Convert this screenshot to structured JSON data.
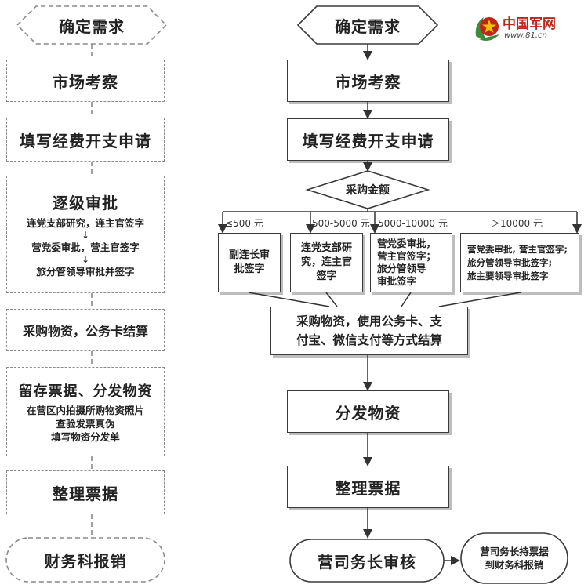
{
  "left_flow": {
    "define_needs": "确定需求",
    "market_survey": "市场考察",
    "fill_application": "填写经费开支申请",
    "approval_title": "逐级审批",
    "approval_line1": "连党支部研究，连主官签字",
    "approval_arrow1": "↓",
    "approval_line2": "营党委审批，营主官签字",
    "approval_arrow2": "↓",
    "approval_line3": "旅分管领导审批并签字",
    "purchase": "采购物资，公务卡结算",
    "keep_title": "留存票据、分发物资",
    "keep_line1": "在营区内拍摄所购物资照片",
    "keep_line2": "查验发票真伪",
    "keep_line3": "填写物资分发单",
    "organize": "整理票据",
    "reimburse": "财务科报销"
  },
  "right_flow": {
    "define_needs": "确定需求",
    "market_survey": "市场考察",
    "fill_application": "填写经费开支申请",
    "amount_decision": "采购金额",
    "range1": "≤500 元",
    "range2": "500-5000 元",
    "range3": "5000-10000 元",
    "range4": "＞10000 元",
    "approve1_line1": "副连长审",
    "approve1_line2": "批签字",
    "approve2_line1": "连党支部研",
    "approve2_line2": "究，连主官",
    "approve2_line3": "签字",
    "approve3_line1": "营党委审批，",
    "approve3_line2": "营主官签字；",
    "approve3_line3": "旅分管领导",
    "approve3_line4": "审批签字",
    "approve4_line1": "营党委审批, 营主官签字;",
    "approve4_line2": "旅分管领导审批签字;",
    "approve4_line3": "旅主要领导审批签字",
    "purchase_line1": "采购物资，使用公务卡、支",
    "purchase_line2": "付宝、微信支付等方式结算",
    "distribute": "分发物资",
    "organize": "整理票据",
    "camp_review": "营司务长审核",
    "note_line1": "营司务长持票据",
    "note_line2": "到财务科报销"
  },
  "logo": {
    "name": "中国军网",
    "url": "www.81.cn",
    "icon": "star-icon",
    "colors": {
      "red": "#c0251c",
      "green": "#3d8a3a"
    }
  }
}
